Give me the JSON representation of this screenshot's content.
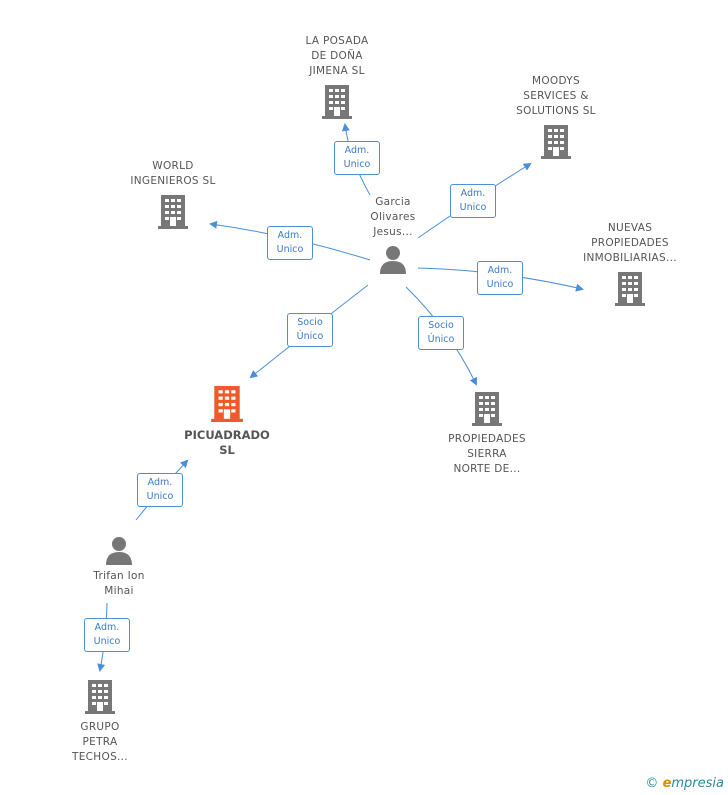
{
  "nodes": {
    "la_posada": {
      "lines": [
        "LA POSADA",
        "DE DOÑA",
        "JIMENA SL"
      ]
    },
    "moodys": {
      "lines": [
        "MOODYS",
        "SERVICES &",
        "SOLUTIONS SL"
      ]
    },
    "world": {
      "lines": [
        "WORLD",
        "INGENIEROS SL"
      ]
    },
    "garcia": {
      "lines": [
        "Garcia",
        "Olivares",
        "Jesus..."
      ]
    },
    "nuevas": {
      "lines": [
        "NUEVAS",
        "PROPIEDADES",
        "INMOBILIARIAS..."
      ]
    },
    "picuadrado": {
      "lines": [
        "PICUADRADO",
        "SL"
      ]
    },
    "propiedades": {
      "lines": [
        "PROPIEDADES",
        "SIERRA",
        "NORTE DE..."
      ]
    },
    "trifan": {
      "lines": [
        "Trifan Ion",
        "Mihai"
      ]
    },
    "grupo": {
      "lines": [
        "GRUPO",
        "PETRA",
        "TECHOS..."
      ]
    }
  },
  "edges": {
    "e1": {
      "line1": "Adm.",
      "line2": "Unico"
    },
    "e2": {
      "line1": "Adm.",
      "line2": "Unico"
    },
    "e3": {
      "line1": "Adm.",
      "line2": "Unico"
    },
    "e4": {
      "line1": "Adm.",
      "line2": "Unico"
    },
    "e5": {
      "line1": "Socio",
      "line2": "Único"
    },
    "e6": {
      "line1": "Socio",
      "line2": "Único"
    },
    "e7": {
      "line1": "Adm.",
      "line2": "Unico"
    },
    "e8": {
      "line1": "Adm.",
      "line2": "Unico"
    }
  },
  "colors": {
    "building": "#777777",
    "building_main": "#f05a28",
    "person": "#777777",
    "edge": "#4a8fd8"
  },
  "footer": {
    "copyright": "©",
    "brand_e": "e",
    "brand_rest": "mpresia"
  }
}
